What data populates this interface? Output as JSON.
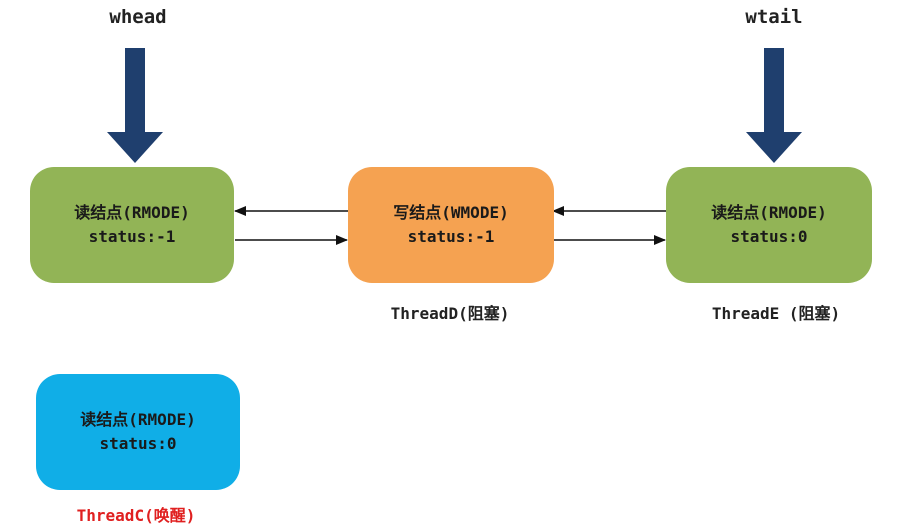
{
  "pointers": {
    "whead": "whead",
    "wtail": "wtail"
  },
  "nodes": {
    "read_left": {
      "title": "读结点(RMODE)",
      "status": "status:-1"
    },
    "write_mid": {
      "title": "写结点(WMODE)",
      "status": "status:-1"
    },
    "read_right": {
      "title": "读结点(RMODE)",
      "status": "status:0"
    },
    "read_woken": {
      "title": "读结点(RMODE)",
      "status": "status:0"
    }
  },
  "captions": {
    "thread_d": "ThreadD(阻塞)",
    "thread_e": "ThreadE (阻塞)",
    "thread_c": "ThreadC(唤醒)"
  },
  "colors": {
    "read_node": "#92b456",
    "write_node": "#f5a251",
    "woken_node": "#10aee7",
    "pointer_arrow": "#1f3f6e",
    "woken_caption": "#e02020",
    "link": "#111111"
  }
}
